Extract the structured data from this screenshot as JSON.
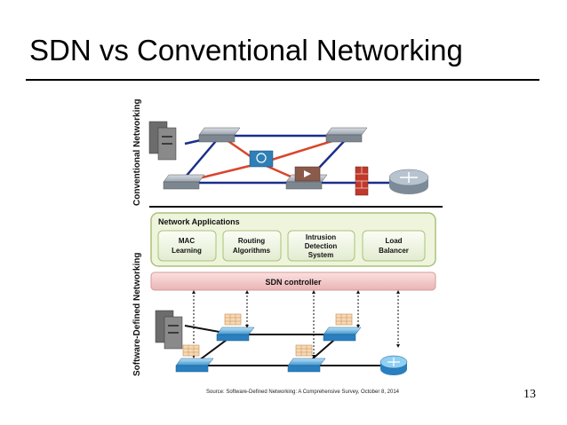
{
  "slide": {
    "title": "SDN vs Conventional Networking",
    "source": "Source: Software-Defined Networking: A Comprehensive Survey, October 8, 2014",
    "page_number": "13"
  },
  "diagram": {
    "conventional_label": "Conventional Networking",
    "sdn_label": "Software-Defined Networking",
    "apps_title": "Network Applications",
    "apps": [
      [
        "MAC",
        "Learning"
      ],
      [
        "Routing",
        "Algorithms"
      ],
      [
        "Intrusion",
        "Detection",
        "System"
      ],
      [
        "Load",
        "Balancer"
      ]
    ],
    "controller_label": "SDN controller",
    "colors": {
      "apps_box": "#eef5dc",
      "apps_border": "#a9c27a",
      "controller": "#f4c8c8",
      "blue_link": "#1a2f8a",
      "red_link": "#d9452b",
      "black_link": "#111111",
      "switch_blue": "#5b9bd5"
    },
    "icons": [
      "server-icon",
      "switch-icon",
      "firewall-icon",
      "router-icon",
      "flow-table-icon"
    ]
  }
}
